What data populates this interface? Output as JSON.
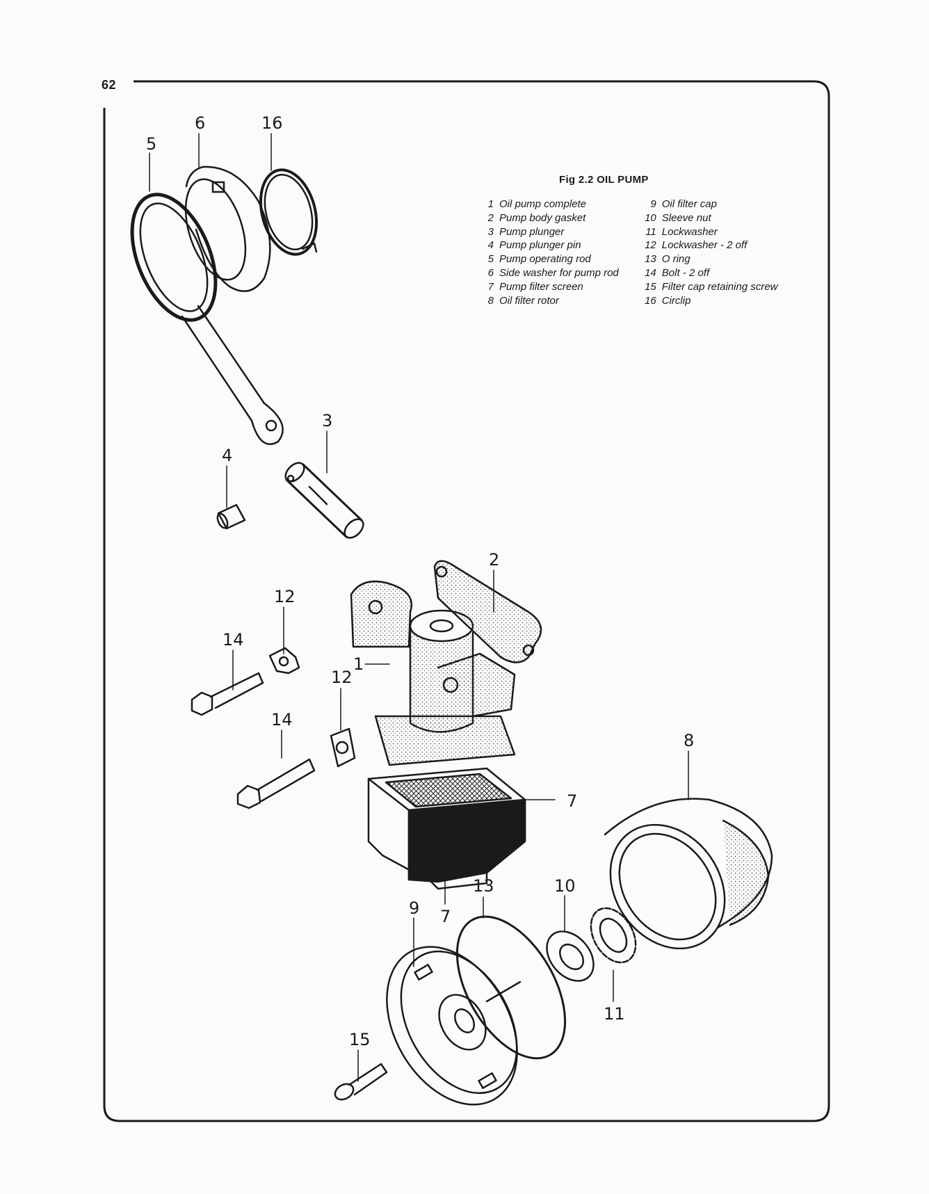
{
  "page_number": "62",
  "figure": {
    "caption": "Fig 2.2  OIL PUMP",
    "legend_left": [
      {
        "num": "1",
        "label": "Oil pump complete"
      },
      {
        "num": "2",
        "label": "Pump body gasket"
      },
      {
        "num": "3",
        "label": "Pump plunger"
      },
      {
        "num": "4",
        "label": "Pump plunger pin"
      },
      {
        "num": "5",
        "label": "Pump operating rod"
      },
      {
        "num": "6",
        "label": "Side washer for pump rod"
      },
      {
        "num": "7",
        "label": "Pump filter screen"
      },
      {
        "num": "8",
        "label": "Oil filter rotor"
      }
    ],
    "legend_right": [
      {
        "num": "9",
        "label": "Oil filter cap"
      },
      {
        "num": "10",
        "label": "Sleeve nut"
      },
      {
        "num": "11",
        "label": "Lockwasher"
      },
      {
        "num": "12",
        "label": "Lockwasher - 2 off"
      },
      {
        "num": "13",
        "label": "O ring"
      },
      {
        "num": "14",
        "label": "Bolt - 2 off"
      },
      {
        "num": "15",
        "label": "Filter cap retaining screw"
      },
      {
        "num": "16",
        "label": "Circlip"
      }
    ],
    "callouts": {
      "c5": "5",
      "c6": "6",
      "c16": "16",
      "c3": "3",
      "c4": "4",
      "c2": "2",
      "c12a": "12",
      "c14a": "14",
      "c1": "1",
      "c12b": "12",
      "c14b": "14",
      "c8": "8",
      "c7a": "7",
      "c7b": "7",
      "c13": "13",
      "c10": "10",
      "c9": "9",
      "c11": "11",
      "c15": "15"
    }
  }
}
